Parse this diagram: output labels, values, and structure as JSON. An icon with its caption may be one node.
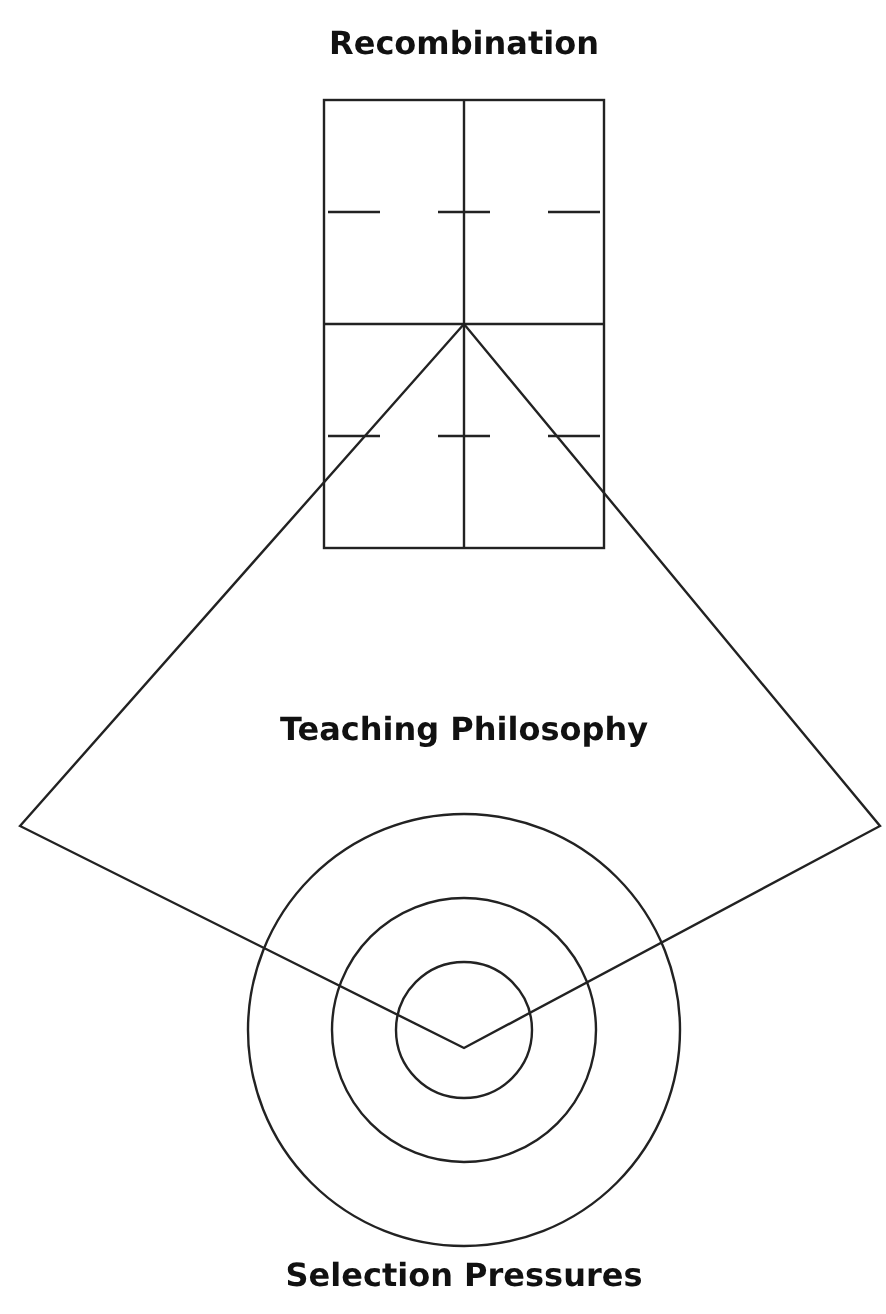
{
  "diagram": {
    "nodes": [
      {
        "text": [
          "Recombination"
        ]
      },
      {
        "text": [
          "Teaching Philosophy"
        ]
      },
      {
        "text": [
          "Selection Pressures"
        ]
      }
    ]
  }
}
